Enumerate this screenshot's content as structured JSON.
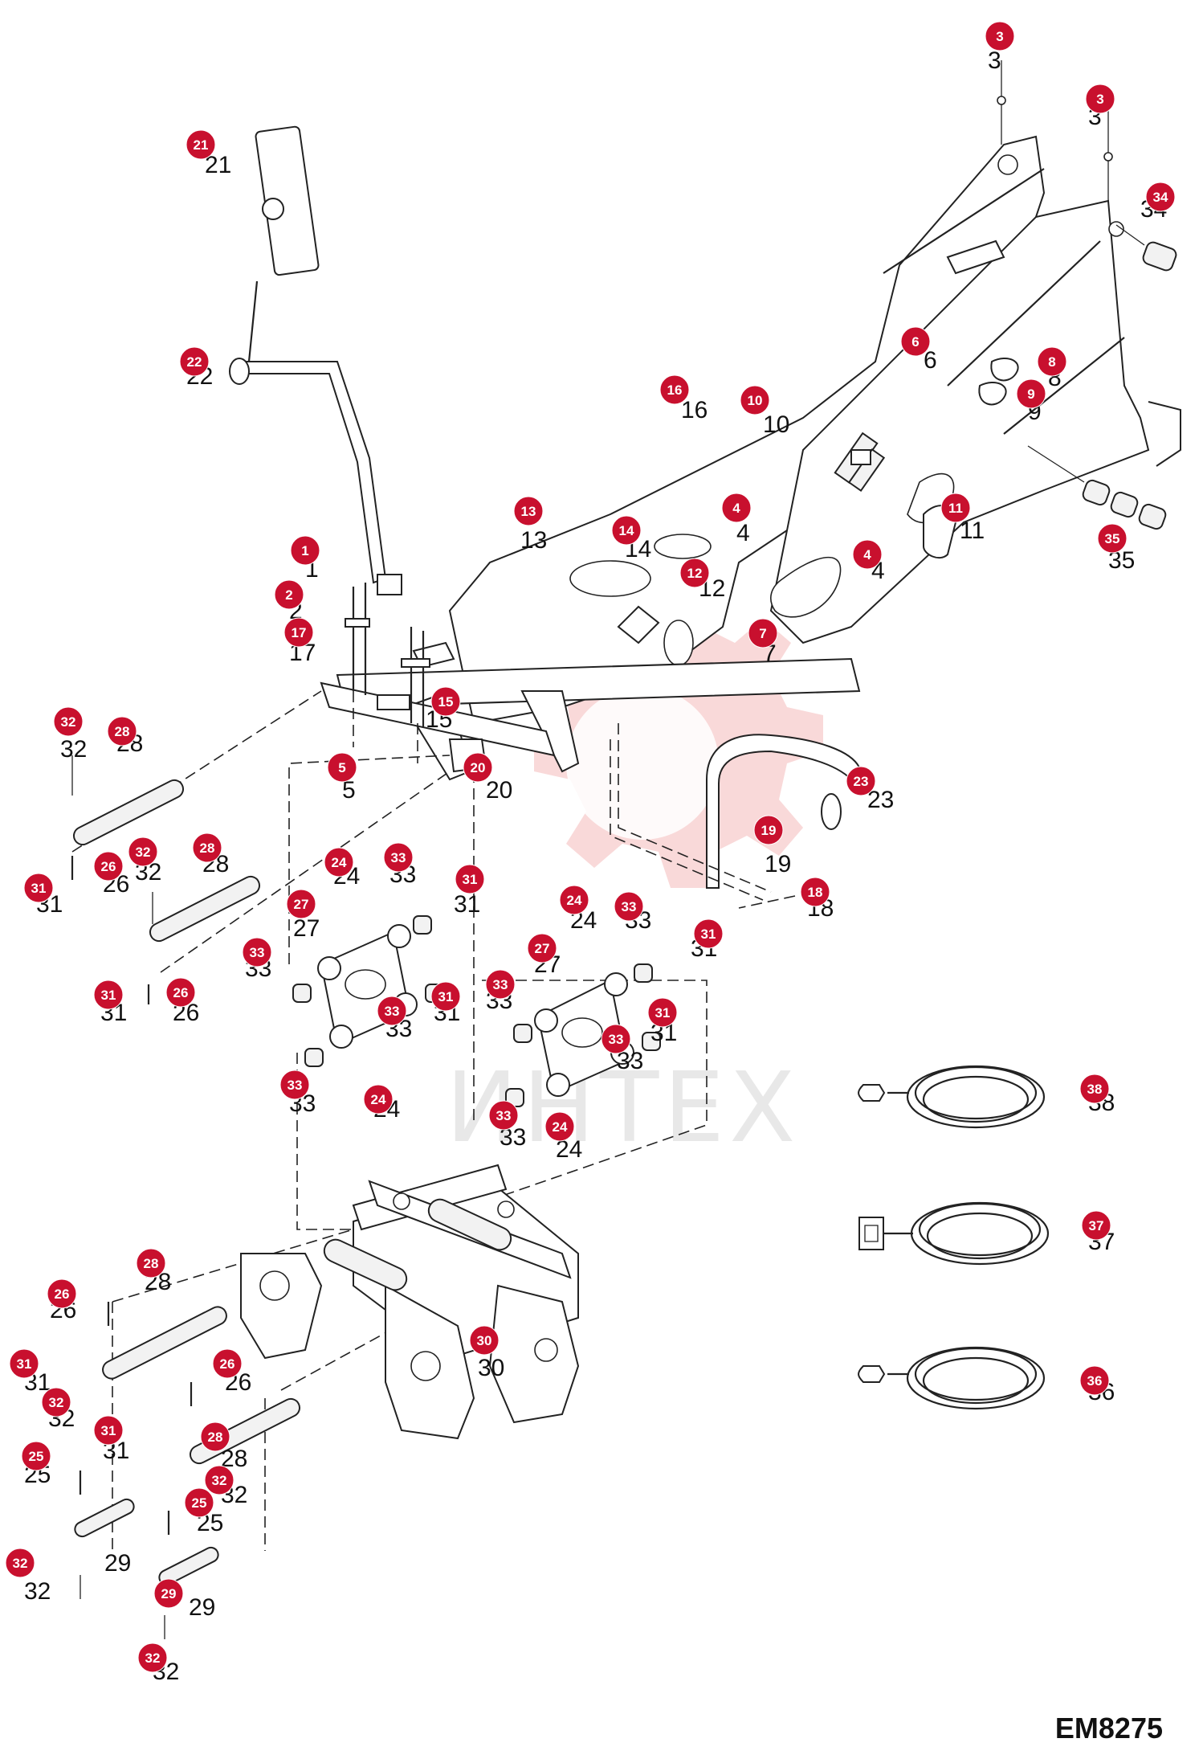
{
  "drawing_code": "EM8275",
  "watermark_text": "ИНТЕХ",
  "brand_color": "#c8102e",
  "callouts": [
    {
      "n": "1"
    },
    {
      "n": "2"
    },
    {
      "n": "3"
    },
    {
      "n": "4"
    },
    {
      "n": "5"
    },
    {
      "n": "6"
    },
    {
      "n": "7"
    },
    {
      "n": "8"
    },
    {
      "n": "9"
    },
    {
      "n": "10"
    },
    {
      "n": "11"
    },
    {
      "n": "12"
    },
    {
      "n": "13"
    },
    {
      "n": "14"
    },
    {
      "n": "15"
    },
    {
      "n": "16"
    },
    {
      "n": "17"
    },
    {
      "n": "18"
    },
    {
      "n": "19"
    },
    {
      "n": "20"
    },
    {
      "n": "21"
    },
    {
      "n": "22"
    },
    {
      "n": "23"
    },
    {
      "n": "24"
    },
    {
      "n": "25"
    },
    {
      "n": "26"
    },
    {
      "n": "27"
    },
    {
      "n": "28"
    },
    {
      "n": "29"
    },
    {
      "n": "30"
    },
    {
      "n": "31"
    },
    {
      "n": "32"
    },
    {
      "n": "33"
    },
    {
      "n": "34"
    },
    {
      "n": "35"
    },
    {
      "n": "36"
    },
    {
      "n": "37"
    },
    {
      "n": "38"
    }
  ]
}
